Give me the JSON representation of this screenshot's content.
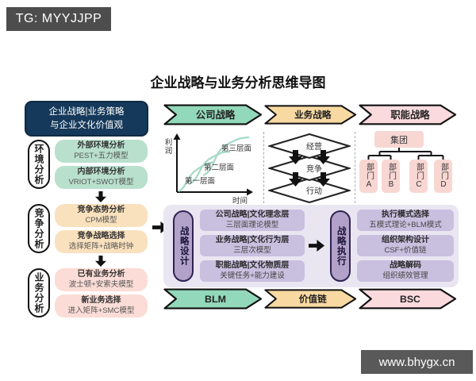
{
  "badge": {
    "text": "TG: MYYJJPP"
  },
  "title": "企业战略与业务分析思维导图",
  "watermark": {
    "text": "www.bhygx.cn"
  },
  "colors": {
    "navy": "#15395a",
    "mint_box": "#b9e0cd",
    "mint_arrow": "#92d8ba",
    "tan_box": "#f9e1bd",
    "tan_arrow": "#f8d9a2",
    "pink_box": "#fbdcd6",
    "pink_arrow": "#fbdade",
    "purple_border": "#2e2353",
    "purple_pill": "#b2a2ca",
    "purple_box": "#c9bfdf",
    "lavender_panel": "#e9e6f2",
    "badge_gray": "#4d4d4d",
    "watermark_gray": "#595959",
    "curve_green": "#a5d9c5"
  },
  "left_panel": {
    "header": {
      "line1": "企业战略|业务策略",
      "line2": "与企业文化价值观"
    },
    "sections": [
      {
        "label": "环境分析",
        "items": [
          {
            "title": "外部环境分析",
            "subtitle": "PEST+五力模型"
          },
          {
            "title": "内部环境分析",
            "subtitle": "VRIOT+SWOT模型"
          }
        ]
      },
      {
        "label": "竞争分析",
        "items": [
          {
            "title": "竞争态势分析",
            "subtitle": "CPM模型"
          },
          {
            "title": "竞争战略选择",
            "subtitle": "选择矩阵+战略时钟"
          }
        ]
      },
      {
        "label": "业务分析",
        "items": [
          {
            "title": "已有业务分析",
            "subtitle": "波士顿+安索夫模型"
          },
          {
            "title": "新业务选择",
            "subtitle": "进入矩阵+SMC模型"
          }
        ]
      }
    ]
  },
  "top_arrows": [
    {
      "label": "公司战略"
    },
    {
      "label": "业务战略"
    },
    {
      "label": "职能战略"
    }
  ],
  "bottom_arrows": [
    {
      "label": "BLM"
    },
    {
      "label": "价值链"
    },
    {
      "label": "BSC"
    }
  ],
  "horizon_chart": {
    "ylabel": "利润",
    "xlabel": "时间",
    "curve_labels": [
      "第一层面",
      "第二层面",
      "第三层面"
    ]
  },
  "layer_stack": {
    "labels": [
      "经营",
      "竞争",
      "行动"
    ]
  },
  "org_chart": {
    "root": "集团",
    "departments": [
      "部门A",
      "部门B",
      "部门C",
      "部门D"
    ]
  },
  "strategy_design": {
    "label": "战略设计",
    "items": [
      {
        "title": "公司战略|文化理念层",
        "subtitle": "三层面理论模型"
      },
      {
        "title": "业务战略|文化行为层",
        "subtitle": "三层次模型"
      },
      {
        "title": "职能战略|文化物质层",
        "subtitle": "关键任务+能力建设"
      }
    ]
  },
  "strategy_execution": {
    "label": "战略执行",
    "items": [
      {
        "title": "执行模式选择",
        "subtitle": "五模式理论+BLM模式"
      },
      {
        "title": "组织架构设计",
        "subtitle": "CSF+价值链"
      },
      {
        "title": "战略解码",
        "subtitle": "组织绩效管理"
      }
    ]
  }
}
